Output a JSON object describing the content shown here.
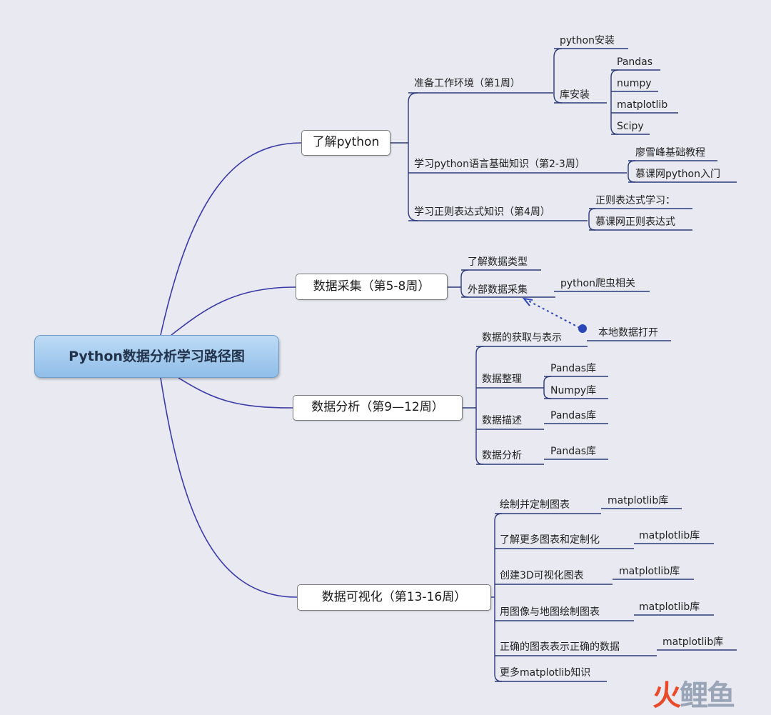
{
  "root": "Python数据分析学习路径图",
  "branches": [
    {
      "label": "了解python",
      "children": [
        {
          "label": "准备工作环境（第1周）",
          "children": [
            {
              "label": "python安装",
              "children": []
            },
            {
              "label": "库安装",
              "children": [
                {
                  "label": "Pandas"
                },
                {
                  "label": "numpy"
                },
                {
                  "label": "matplotlib"
                },
                {
                  "label": "Scipy"
                }
              ]
            }
          ]
        },
        {
          "label": "学习python语言基础知识（第2-3周）",
          "children": [
            {
              "label": "廖雪峰基础教程",
              "children": []
            },
            {
              "label": "慕课网python入门",
              "children": []
            }
          ]
        },
        {
          "label": "学习正则表达式知识（第4周）",
          "children": [
            {
              "label": "正则表达式学习：",
              "children": []
            },
            {
              "label": "慕课网正则表达式",
              "children": []
            }
          ]
        }
      ]
    },
    {
      "label": "数据采集（第5-8周）",
      "children": [
        {
          "label": "了解数据类型",
          "children": []
        },
        {
          "label": "外部数据采集",
          "children": [
            {
              "label": "python爬虫相关",
              "children": []
            }
          ]
        }
      ]
    },
    {
      "label": "数据分析（第9—12周）",
      "children": [
        {
          "label": "数据的获取与表示",
          "children": [
            {
              "label": "本地数据打开",
              "children": []
            }
          ]
        },
        {
          "label": "数据整理",
          "children": [
            {
              "label": "Pandas库",
              "children": []
            },
            {
              "label": "Numpy库",
              "children": []
            }
          ]
        },
        {
          "label": "数据描述",
          "children": [
            {
              "label": "Pandas库",
              "children": []
            }
          ]
        },
        {
          "label": "数据分析",
          "children": [
            {
              "label": "Pandas库",
              "children": []
            }
          ]
        }
      ]
    },
    {
      "label": "数据可视化（第13-16周）",
      "children": [
        {
          "label": "绘制并定制图表",
          "children": [
            {
              "label": "matplotlib库",
              "children": []
            }
          ]
        },
        {
          "label": "了解更多图表和定制化",
          "children": [
            {
              "label": "matplotlib库",
              "children": []
            }
          ]
        },
        {
          "label": "创建3D可视化图表",
          "children": [
            {
              "label": "matplotlib库",
              "children": []
            }
          ]
        },
        {
          "label": "用图像与地图绘制图表",
          "children": [
            {
              "label": "matplotlib库",
              "children": []
            }
          ]
        },
        {
          "label": "正确的图表表示正确的数据",
          "children": [
            {
              "label": "matplotlib库",
              "children": []
            }
          ]
        },
        {
          "label": "更多matplotlib知识",
          "children": []
        }
      ]
    }
  ],
  "colors": {
    "background": "#e9e9f1",
    "main_link": "#3a3aa8",
    "sub_link": "#2a3a7a",
    "root_fill": "#a8cdef",
    "dotted_link": "#2b46b8"
  },
  "watermark": {
    "char1": "火",
    "char2": "鲤鱼"
  }
}
